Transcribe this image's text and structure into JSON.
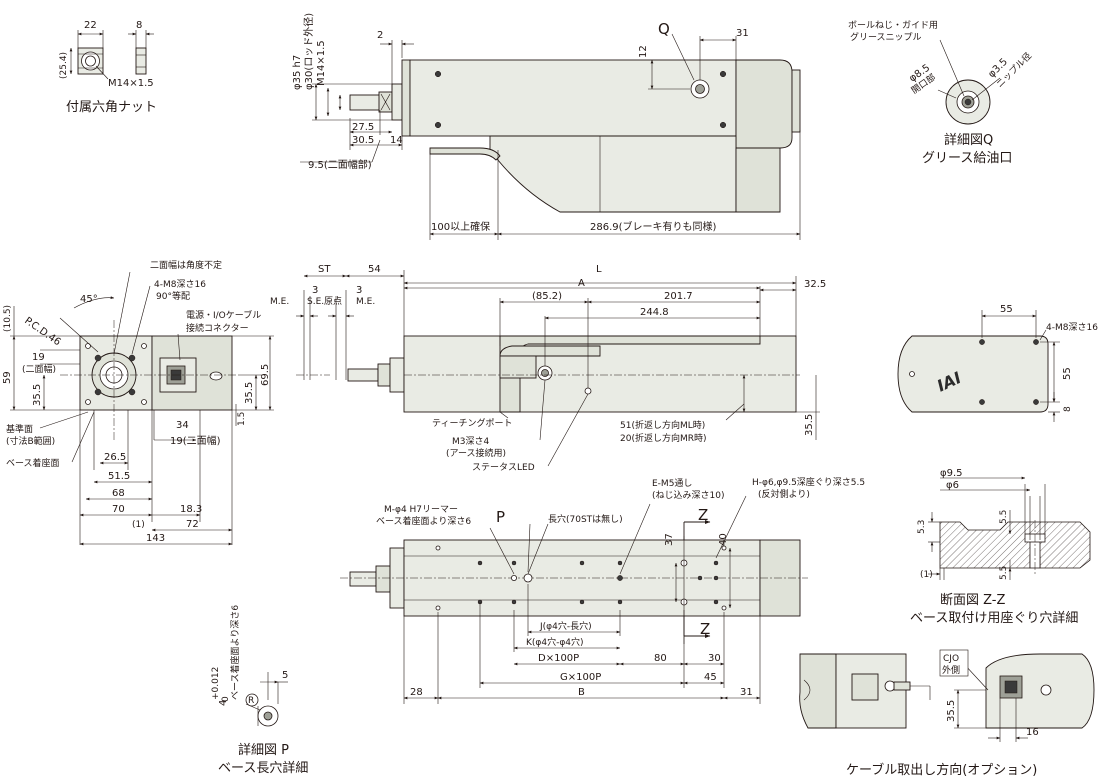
{
  "nut": {
    "d22": "22",
    "d8": "8",
    "d25_4": "(25.4)",
    "thread": "M14×1.5",
    "caption": "付属六角ナット"
  },
  "top_view": {
    "d2": "2",
    "d12": "12",
    "d31": "31",
    "q": "Q",
    "rod_dia": "φ35 h7",
    "rod_od": "φ30(ロッド外径)",
    "rod_thread": "M14×1.5",
    "d27_5": "27.5",
    "d30_5": "30.5",
    "d14": "14",
    "flat": "9.5(二面幅部)",
    "clearance": "100以上確保",
    "length": "286.9(ブレーキ有りも同様)"
  },
  "detail_q": {
    "nipple_label_1": "ボールねじ・ガイド用",
    "nipple_label_2": "グリースニップル",
    "d8_5": "φ8.5",
    "opening": "開口部",
    "d3_5": "φ3.5",
    "nipple_dia": "ニップル径",
    "caption_1": "詳細図Q",
    "caption_2": "グリース給油口"
  },
  "end_view": {
    "flats_note": "二面幅は角度不定",
    "tap_1": "4-M8深さ16",
    "tap_2": "90°等配",
    "pcd": "P.C.D.46",
    "angle": "45°",
    "d10_5": "(10.5)",
    "d19": "19",
    "flats": "(二面幅)",
    "d59": "59",
    "d35_5": "35.5",
    "ref_1": "基準面",
    "ref_2": "(寸法B範囲)",
    "base": "ベース着座面",
    "d26_5": "26.5",
    "d51_5": "51.5",
    "d68": "68",
    "d70": "70",
    "d18_3": "18.3",
    "d1": "(1)",
    "d72": "72",
    "d143": "143",
    "conn_1": "電源・I/Oケーブル",
    "conn_2": "接続コネクター",
    "d69_5": "69.5",
    "d35_5b": "35.5",
    "d1_5": "1.5",
    "d34": "34",
    "d19b": "19(二面幅)"
  },
  "side_view": {
    "st": "ST",
    "d54": "54",
    "l": "L",
    "d32_5": "32.5",
    "me": "M.E.",
    "se": "S.E.",
    "origin": "原点",
    "me2": "M.E.",
    "d3a": "3",
    "d3b": "3",
    "a": "A",
    "d85_2": "(85.2)",
    "d201_7": "201.7",
    "d244_8": "244.8",
    "teach": "ティーチングポート",
    "m3_1": "M3深さ4",
    "m3_2": "(アース接続用)",
    "led": "ステータスLED",
    "ml": "51(折返し方向ML時)",
    "mr": "20(折返し方向MR時)",
    "d35_5": "35.5"
  },
  "mount_view": {
    "d55": "55",
    "tap": "4-M8深さ16",
    "d55b": "55",
    "d8": "8",
    "logo": "IAI"
  },
  "bottom_view": {
    "ream_1": "M-φ4 H7リーマー",
    "ream_2": "ベース着座面より深さ6",
    "p": "P",
    "slot": "長穴(70STは無し)",
    "e_1": "E-M5通し",
    "e_2": "(ねじ込み深さ10)",
    "h_1": "H-φ6,φ9.5深座ぐり深さ5.5",
    "h_2": "(反対側より)",
    "z": "Z",
    "z2": "Z",
    "d37": "37",
    "d40": "40",
    "j": "J(φ4穴-長穴)",
    "k": "K(φ4穴-φ4穴)",
    "d": "D×100P",
    "d80": "80",
    "d30": "30",
    "g": "G×100P",
    "d45": "45",
    "d28": "28",
    "b": "B",
    "d31": "31"
  },
  "section_zz": {
    "d9_5": "φ9.5",
    "d6": "φ6",
    "d5_3": "5.3",
    "d5_5a": "5.5",
    "d5_5b": "5.5",
    "d1": "(1)",
    "caption_1": "断面図 Z-Z",
    "caption_2": "ベース取付け用座ぐり穴詳細"
  },
  "detail_p": {
    "depth": "ベース着座面より深さ6",
    "tol": "4",
    "tol_up": "+0.012",
    "tol_dn": "0",
    "r": "R",
    "d5": "5",
    "caption_1": "詳細図 P",
    "caption_2": "ベース長穴詳細"
  },
  "cable_option": {
    "cjo_1": "CJO",
    "cjo_2": "外側",
    "d35_5": "35.5",
    "d16": "16",
    "caption": "ケーブル取出し方向(オプション)"
  }
}
